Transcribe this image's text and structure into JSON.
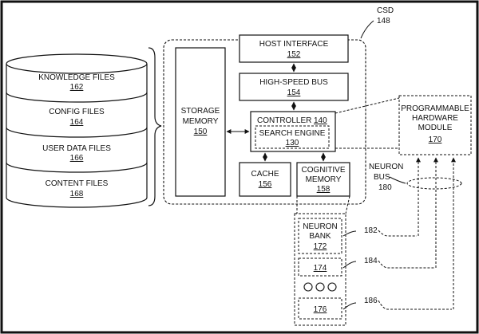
{
  "csd": {
    "label": "CSD",
    "ref": "148"
  },
  "files": [
    {
      "label": "KNOWLEDGE FILES",
      "ref": "162"
    },
    {
      "label": "CONFIG FILES",
      "ref": "164"
    },
    {
      "label": "USER DATA FILES",
      "ref": "166"
    },
    {
      "label": "CONTENT FILES",
      "ref": "168"
    }
  ],
  "host_interface": {
    "label": "HOST INTERFACE",
    "ref": "152"
  },
  "high_speed_bus": {
    "label": "HIGH-SPEED BUS",
    "ref": "154"
  },
  "storage_memory": {
    "line1": "STORAGE",
    "line2": "MEMORY",
    "ref": "150"
  },
  "controller": {
    "label": "CONTROLLER",
    "ref": "140"
  },
  "search_engine": {
    "label": "SEARCH ENGINE",
    "ref": "130"
  },
  "cache": {
    "label": "CACHE",
    "ref": "156"
  },
  "cognitive_memory": {
    "line1": "COGNITIVE",
    "line2": "MEMORY",
    "ref": "158"
  },
  "programmable_module": {
    "line1": "PROGRAMMABLE",
    "line2": "HARDWARE",
    "line3": "MODULE",
    "ref": "170"
  },
  "neuron_bus": {
    "line1": "NEURON",
    "line2": "BUS",
    "ref": "180"
  },
  "neuron_bank": {
    "line1": "NEURON",
    "line2": "BANK",
    "ref": "172"
  },
  "bank_items": [
    {
      "ref": "174"
    },
    {
      "ref": "176"
    }
  ],
  "links": [
    "182",
    "184",
    "186"
  ]
}
